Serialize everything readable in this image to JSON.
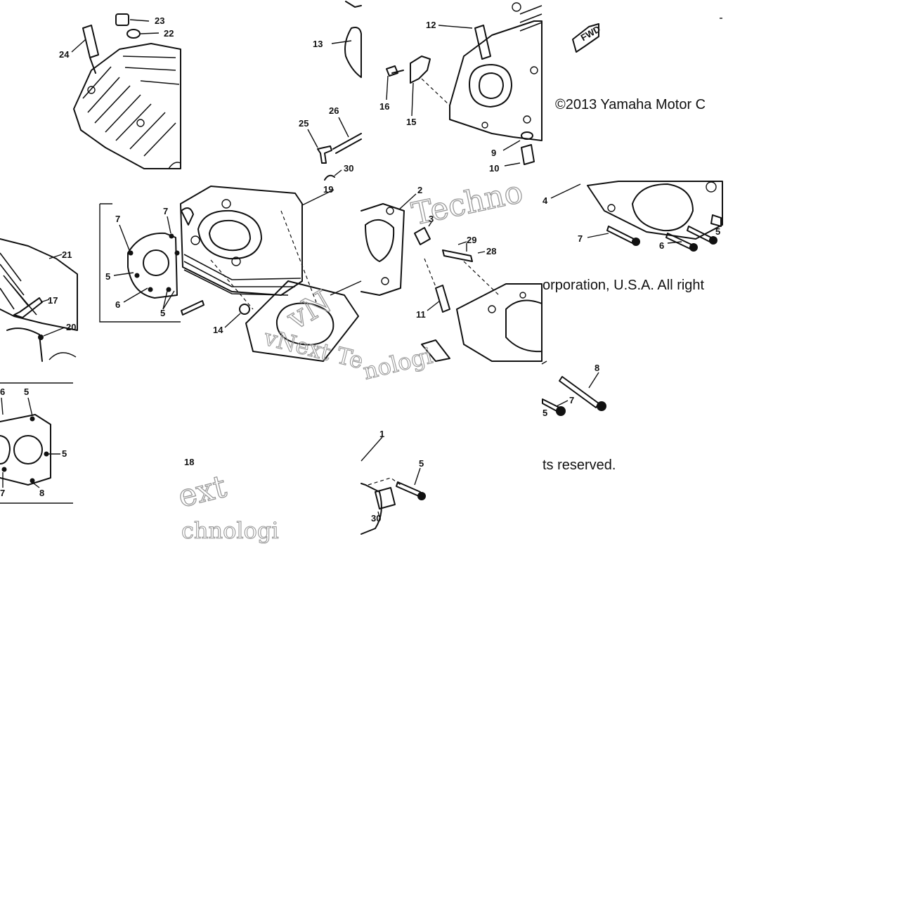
{
  "copyright": {
    "line1": "©2013 Yamaha Motor C",
    "line2": "orporation, U.S.A. All right",
    "line3": "ts reserved."
  },
  "watermark": {
    "a": "Techno",
    "b": "vNext Te",
    "c": "vN",
    "d": "nologi",
    "e": "ext",
    "f": "chnologi"
  },
  "direction_badge": "FWD",
  "part_numbers": {
    "p24": "24",
    "p23": "23",
    "p22": "22",
    "p13": "13",
    "p26": "26",
    "p25": "25",
    "p30a": "30",
    "p12": "12",
    "p16": "16",
    "p15": "15",
    "p9": "9",
    "p10": "10",
    "p21": "21",
    "p17": "17",
    "p20": "20",
    "p19": "19",
    "p14": "14",
    "p7a": "7",
    "p7b": "7",
    "p5a": "5",
    "p6a": "6",
    "p5b": "5",
    "p2": "2",
    "p3": "3",
    "p29": "29",
    "p28": "28",
    "p11": "11",
    "p4": "4",
    "p7c": "7",
    "p6b": "6",
    "p5c": "5",
    "p5d": "5",
    "p5e": "5",
    "p8a": "8",
    "p7d": "7",
    "p6c": "6",
    "p18": "18",
    "p1": "1",
    "p5f": "5",
    "p30b": "30",
    "p8b": "8",
    "p7e": "7",
    "p5g": "5"
  }
}
